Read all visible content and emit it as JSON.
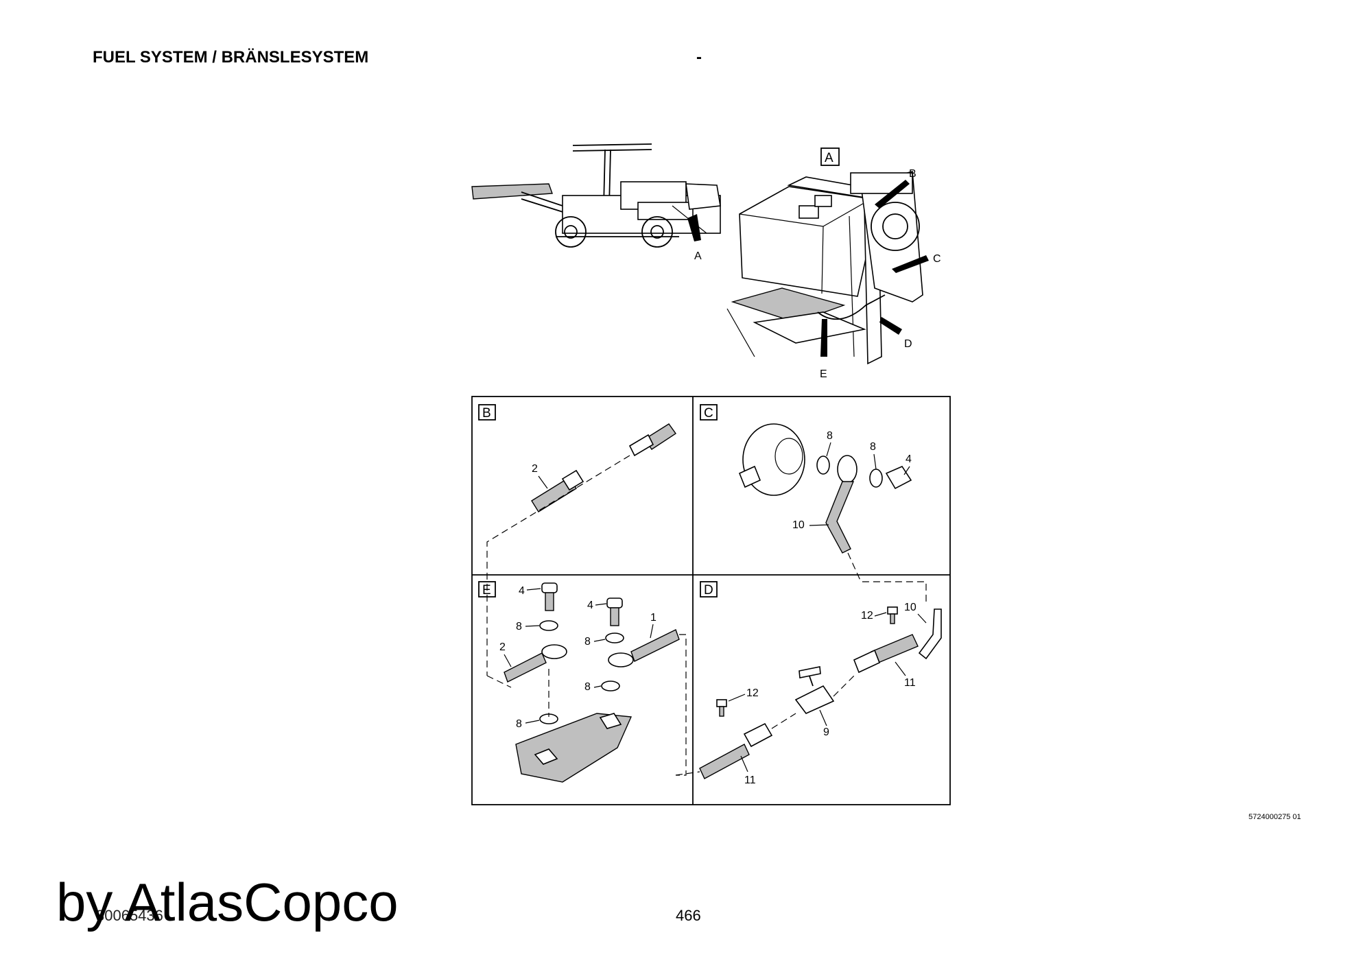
{
  "header": {
    "title": "FUEL SYSTEM / BRÄNSLESYSTEM",
    "separator": "-"
  },
  "overview": {
    "detail_box": "A",
    "machine_callout": "A",
    "detail_callouts": [
      "B",
      "C",
      "D",
      "E"
    ]
  },
  "panels": [
    {
      "id": "B",
      "parts": [
        "2"
      ]
    },
    {
      "id": "C",
      "parts": [
        "8",
        "8",
        "4",
        "10"
      ]
    },
    {
      "id": "E",
      "parts": [
        "4",
        "4",
        "1",
        "8",
        "8",
        "2",
        "8",
        "8"
      ]
    },
    {
      "id": "D",
      "parts": [
        "12",
        "10",
        "11",
        "12",
        "9",
        "11"
      ]
    }
  ],
  "footer": {
    "drawing_number": "5724000275 01",
    "doc_code": "30065436",
    "page_number": "466",
    "watermark": "by AtlasCopco"
  }
}
